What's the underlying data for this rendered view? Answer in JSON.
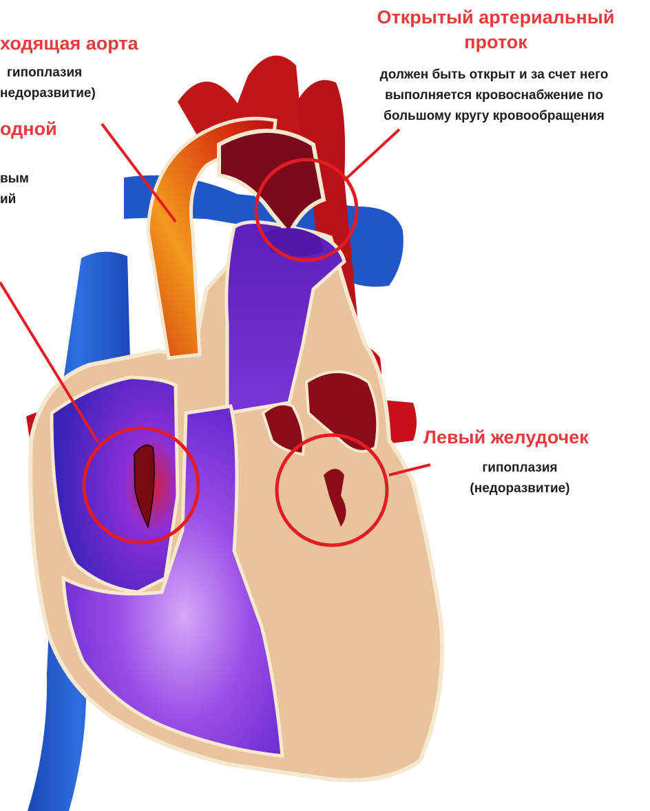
{
  "labels": {
    "ascending_aorta": {
      "title": "ходящая аорта",
      "lines": [
        "гипоплазия",
        "недоразвитие)"
      ]
    },
    "left_partial": {
      "title": "одной",
      "lines": [
        "вым",
        "ий"
      ]
    },
    "ductus": {
      "title_lines": [
        "Открытый артериальный",
        "проток"
      ],
      "lines": [
        "должен быть открыт и за счет него",
        "выполняется кровоснабжение по",
        "большому кругу кровообращения"
      ]
    },
    "left_ventricle": {
      "title": "Левый желудочек",
      "lines": [
        "гипоплазия",
        "(недоразвитие)"
      ]
    }
  },
  "colors": {
    "label_red": "#e8393d",
    "callout_red": "#e31b23",
    "tissue": "#e8c39b",
    "tissue_outline": "#f6e7cf",
    "vein_blue": "#1f56c8",
    "oxygenated_red": "#c8101a",
    "deoxygenated_purple": "#6a2bd0",
    "aorta_orange": "#e67818"
  }
}
